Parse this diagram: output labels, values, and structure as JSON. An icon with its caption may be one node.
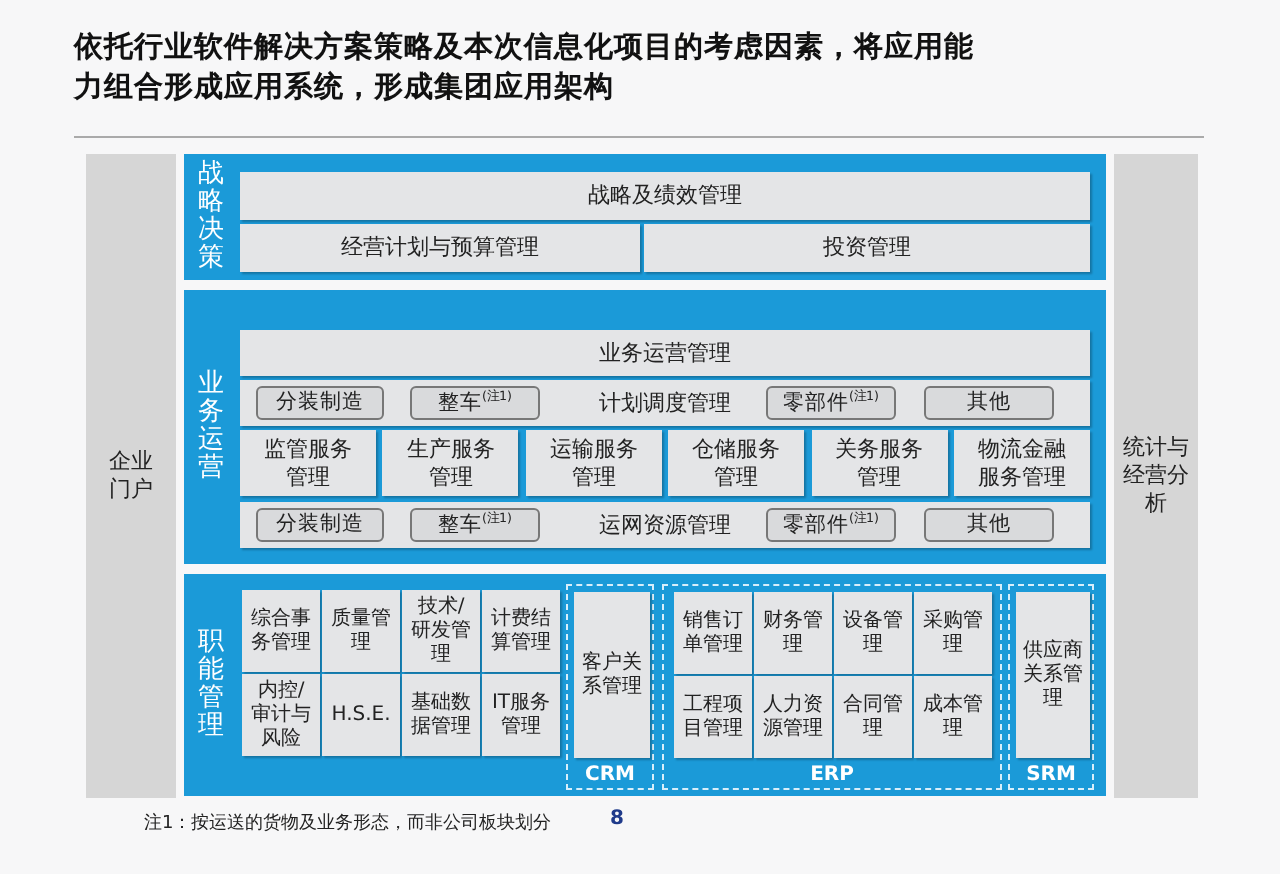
{
  "diagram": {
    "title": "依托行业软件解决方案策略及本次信息化项目的考虑因素，将应用能力组合形成应用系统，形成集团应用架构",
    "nodes": [
      {
        "text": [
          "企业门户"
        ]
      },
      {
        "text": [
          "战略决策"
        ]
      },
      {
        "text": [
          "战略及绩效管理"
        ],
        "in": 1
      },
      {
        "text": [
          "经营计划与预算管理"
        ],
        "in": 1
      },
      {
        "text": [
          "投资管理"
        ],
        "in": 1
      },
      {
        "text": [
          "业务运营"
        ]
      },
      {
        "text": [
          "业务运营管理"
        ],
        "in": 5
      },
      {
        "text": [
          "计划调度管理"
        ],
        "in": 5
      },
      {
        "text": [
          "分装制造"
        ],
        "in": 7
      },
      {
        "text": [
          "整车$^{(注1)}$"
        ],
        "in": 7
      },
      {
        "text": [
          "零部件$^{(注1)}$"
        ],
        "in": 7
      },
      {
        "text": [
          "其他"
        ],
        "in": 7
      },
      {
        "text": [
          "监管服务管理"
        ],
        "in": 5
      },
      {
        "text": [
          "生产服务管理"
        ],
        "in": 5
      },
      {
        "text": [
          "运输服务管理"
        ],
        "in": 5
      },
      {
        "text": [
          "仓储服务管理"
        ],
        "in": 5
      },
      {
        "text": [
          "关务服务管理"
        ],
        "in": 5
      },
      {
        "text": [
          "物流金融服务管理"
        ],
        "in": 5
      },
      {
        "text": [
          "运网资源管理"
        ],
        "in": 5
      },
      {
        "text": [
          "分装制造"
        ],
        "in": 18
      },
      {
        "text": [
          "整车$^{(注1)}$"
        ],
        "in": 18
      },
      {
        "text": [
          "零部件$^{(注1)}$"
        ],
        "in": 18
      },
      {
        "text": [
          "其他"
        ],
        "in": 18
      },
      {
        "text": [
          "职能管理"
        ]
      },
      {
        "text": [
          "综合事务管理"
        ],
        "in": 23
      },
      {
        "text": [
          "质量管理"
        ],
        "in": 23
      },
      {
        "text": [
          "技术/研发管理"
        ],
        "in": 23
      },
      {
        "text": [
          "计费结算管理"
        ],
        "in": 23
      },
      {
        "text": [
          "内控/审计与风险"
        ],
        "in": 23
      },
      {
        "text": [
          "H.S.E."
        ],
        "in": 23
      },
      {
        "text": [
          "基础数据管理"
        ],
        "in": 23
      },
      {
        "text": [
          "IT服务管理"
        ],
        "in": 23
      },
      {
        "text": [
          "CRM"
        ],
        "in": 23
      },
      {
        "text": [
          "客户关系管理"
        ],
        "in": 32
      },
      {
        "text": [
          "ERP"
        ],
        "in": 23
      },
      {
        "text": [
          "销售订单管理"
        ],
        "in": 34
      },
      {
        "text": [
          "财务管理"
        ],
        "in": 34
      },
      {
        "text": [
          "设备管理"
        ],
        "in": 34
      },
      {
        "text": [
          "采购管理"
        ],
        "in": 34
      },
      {
        "text": [
          "工程项目管理"
        ],
        "in": 34
      },
      {
        "text": [
          "人力资源管理"
        ],
        "in": 34
      },
      {
        "text": [
          "合同管理"
        ],
        "in": 34
      },
      {
        "text": [
          "成本管理"
        ],
        "in": 34
      },
      {
        "text": [
          "SRM"
        ],
        "in": 23
      },
      {
        "text": [
          "供应商关系管理"
        ],
        "in": 43
      },
      {
        "text": [
          "统计与经营分析"
        ]
      }
    ],
    "labels": [
      "注1：按运送的货物及业务形态，而非公司板块划分",
      "8"
    ]
  }
}
